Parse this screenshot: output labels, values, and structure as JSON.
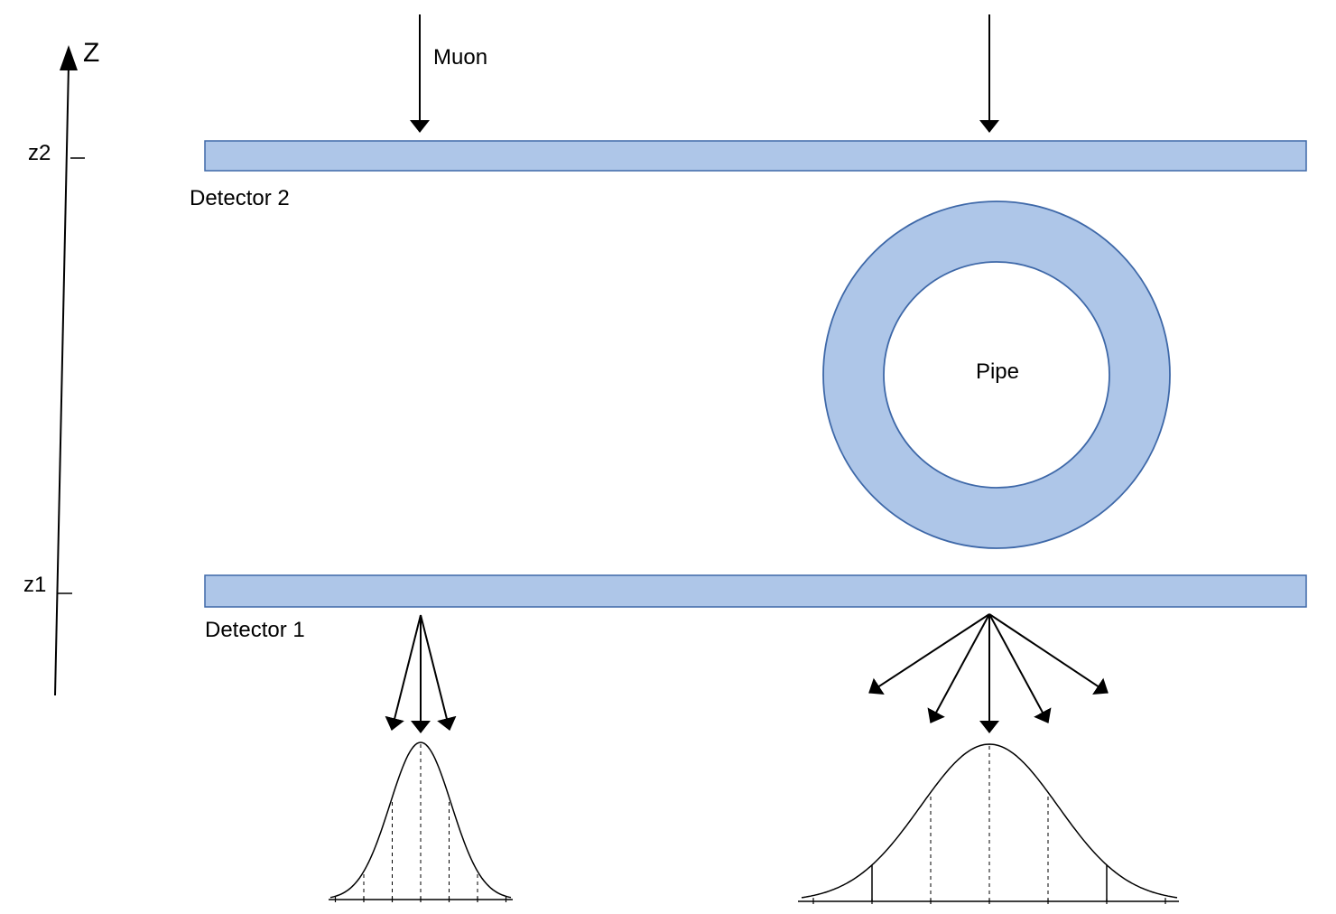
{
  "axis": {
    "label": "Z",
    "ticks": [
      {
        "label": "z2"
      },
      {
        "label": "z1"
      }
    ]
  },
  "detectors": [
    {
      "name": "Detector 2"
    },
    {
      "name": "Detector 1"
    }
  ],
  "pipe": {
    "label": "Pipe"
  },
  "muon": {
    "label": "Muon"
  },
  "colors": {
    "fill": "#aec6e8",
    "stroke": "#3e68a8",
    "ink": "#000000"
  }
}
